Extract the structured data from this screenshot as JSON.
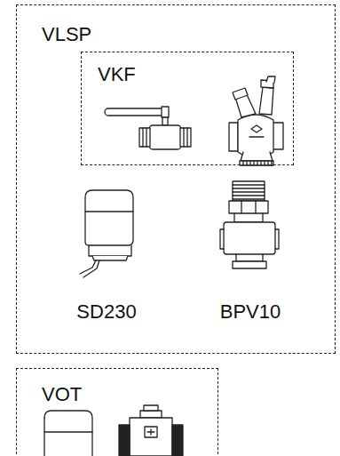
{
  "diagram": {
    "nodes": [
      {
        "text": [
          "VLSP"
        ]
      },
      {
        "text": [
          "VKF"
        ],
        "in": 0
      },
      {
        "text": [
          "VOT"
        ]
      }
    ],
    "labels": [
      "SD230",
      "BPV10"
    ]
  }
}
